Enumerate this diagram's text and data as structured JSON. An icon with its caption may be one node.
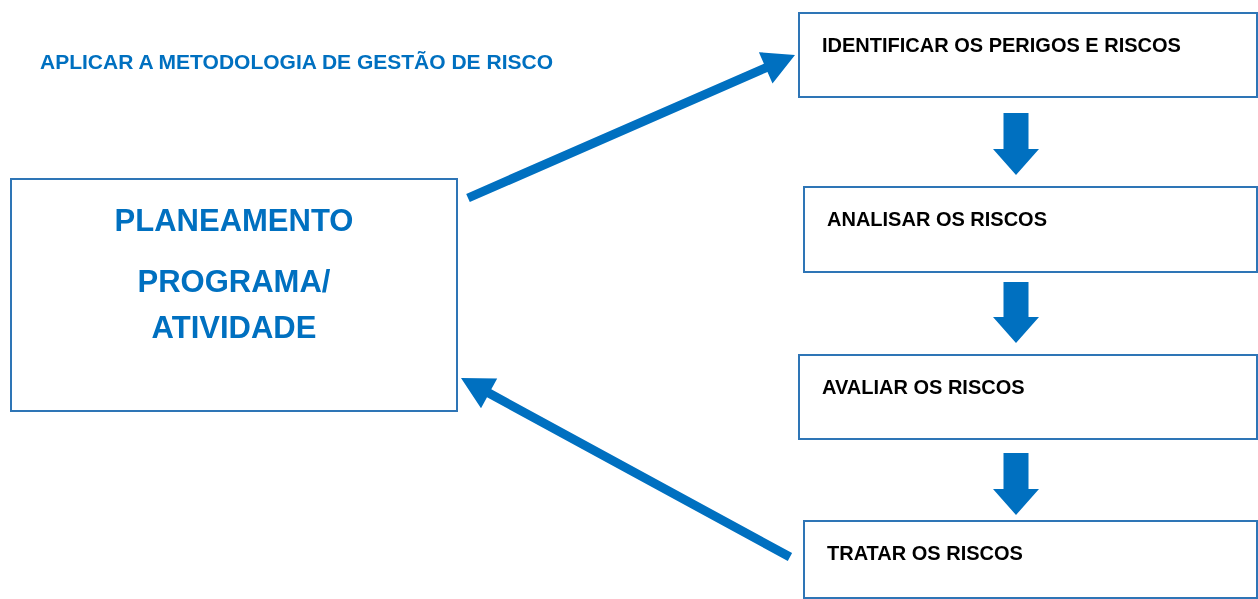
{
  "diagram": {
    "title": "APLICAR A METODOLOGIA DE GESTÃO DE RISCO",
    "nodes": [
      {
        "text": [
          "PLANEAMENTO",
          "PROGRAMA/ ATIVIDADE"
        ]
      },
      {
        "text": [
          "IDENTIFICAR OS PERIGOS E RISCOS"
        ]
      },
      {
        "text": [
          "ANALISAR OS RISCOS"
        ]
      },
      {
        "text": [
          "AVALIAR OS RISCOS"
        ]
      },
      {
        "text": [
          "TRATAR OS RISCOS"
        ]
      }
    ],
    "edges": [
      {
        "from": 0,
        "to": 1,
        "arrow": "to",
        "style": "thick"
      },
      {
        "from": 1,
        "to": 2,
        "arrow": "to",
        "style": "thick"
      },
      {
        "from": 2,
        "to": 3,
        "arrow": "to",
        "style": "thick"
      },
      {
        "from": 3,
        "to": 4,
        "arrow": "to",
        "style": "thick"
      },
      {
        "from": 4,
        "to": 0,
        "arrow": "to",
        "style": "thick"
      }
    ]
  }
}
